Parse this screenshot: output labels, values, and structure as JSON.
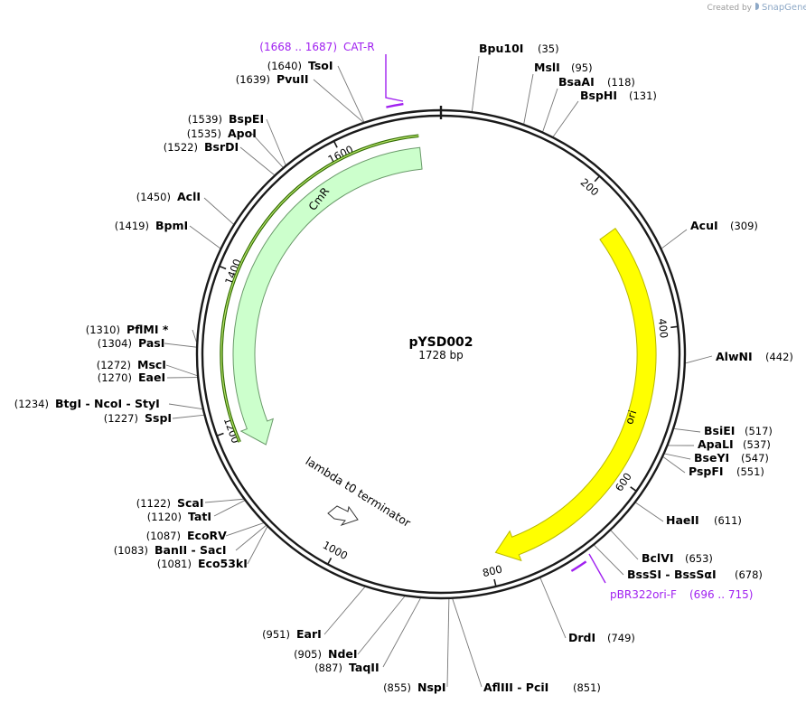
{
  "credit": {
    "prefix": "Created by",
    "brand": "SnapGene"
  },
  "plasmid": {
    "name": "pYSD002",
    "length_label": "1728 bp",
    "length": 1728
  },
  "colors": {
    "ori": "#ffff00",
    "ori_stroke": "#b8b800",
    "cmr": "#ccffcc",
    "cmr_stroke": "#6a9a6a",
    "primer": "#a020f0",
    "backbone": "#1a1a1a"
  },
  "ticks": [
    {
      "label": "200"
    },
    {
      "label": "400"
    },
    {
      "label": "600"
    },
    {
      "label": "800"
    },
    {
      "label": "1000"
    },
    {
      "label": "1200"
    },
    {
      "label": "1400"
    },
    {
      "label": "1600"
    }
  ],
  "features": [
    {
      "id": "ori",
      "label": "ori"
    },
    {
      "id": "cmr",
      "label": "CmR"
    },
    {
      "id": "terminator",
      "label": "lambda t0 terminator"
    }
  ],
  "primers": [
    {
      "id": "cat-r",
      "range": "(1668 .. 1687)",
      "name": "CAT-R"
    },
    {
      "id": "pbr322ori-f",
      "name": "pBR322ori-F",
      "range": "(696 .. 715)"
    }
  ],
  "sites": [
    {
      "id": "bpu10i",
      "name": "Bpu10I",
      "pos": "(35)"
    },
    {
      "id": "msli",
      "name": "MslI",
      "pos": "(95)"
    },
    {
      "id": "bsaai",
      "name": "BsaAI",
      "pos": "(118)"
    },
    {
      "id": "bsphi",
      "name": "BspHI",
      "pos": "(131)"
    },
    {
      "id": "acui",
      "name": "AcuI",
      "pos": "(309)"
    },
    {
      "id": "alwni",
      "name": "AlwNI",
      "pos": "(442)"
    },
    {
      "id": "bsiei",
      "name": "BsiEI",
      "pos": "(517)"
    },
    {
      "id": "apali",
      "name": "ApaLI",
      "pos": "(537)"
    },
    {
      "id": "bseyi",
      "name": "BseYI",
      "pos": "(547)"
    },
    {
      "id": "pspfi",
      "name": "PspFI",
      "pos": "(551)"
    },
    {
      "id": "haeii",
      "name": "HaeII",
      "pos": "(611)"
    },
    {
      "id": "bclvi",
      "name": "BclVI",
      "pos": "(653)"
    },
    {
      "id": "bsssi",
      "name": "BssSI  -  BssSαI",
      "pos": "(678)"
    },
    {
      "id": "drdi",
      "name": "DrdI",
      "pos": "(749)"
    },
    {
      "id": "aflIII",
      "name": "AflIII  -  PciI",
      "pos": "(851)"
    },
    {
      "id": "nspi",
      "name": "NspI",
      "pos": "(855)"
    },
    {
      "id": "taqii",
      "name": "TaqII",
      "pos": "(887)"
    },
    {
      "id": "ndei",
      "name": "NdeI",
      "pos": "(905)"
    },
    {
      "id": "eari",
      "name": "EarI",
      "pos": "(951)"
    },
    {
      "id": "eco53ki",
      "name": "Eco53kI",
      "pos": "(1081)"
    },
    {
      "id": "banii",
      "name": "BanII  -  SacI",
      "pos": "(1083)"
    },
    {
      "id": "ecorv",
      "name": "EcoRV",
      "pos": "(1087)"
    },
    {
      "id": "tati",
      "name": "TatI",
      "pos": "(1120)"
    },
    {
      "id": "scai",
      "name": "ScaI",
      "pos": "(1122)"
    },
    {
      "id": "sspi",
      "name": "SspI",
      "pos": "(1227)"
    },
    {
      "id": "btgi",
      "name": "BtgI  -  NcoI  -  StyI",
      "pos": "(1234)"
    },
    {
      "id": "eaei",
      "name": "EaeI",
      "pos": "(1270)"
    },
    {
      "id": "msci",
      "name": "MscI",
      "pos": "(1272)"
    },
    {
      "id": "pasi",
      "name": "PasI",
      "pos": "(1304)"
    },
    {
      "id": "pflmi",
      "name": "PflMI *",
      "pos": "(1310)"
    },
    {
      "id": "bpmi",
      "name": "BpmI",
      "pos": "(1419)"
    },
    {
      "id": "acli",
      "name": "AclI",
      "pos": "(1450)"
    },
    {
      "id": "bsrdi",
      "name": "BsrDI",
      "pos": "(1522)"
    },
    {
      "id": "apoi",
      "name": "ApoI",
      "pos": "(1535)"
    },
    {
      "id": "bspei",
      "name": "BspEI",
      "pos": "(1539)"
    },
    {
      "id": "pvuii",
      "name": "PvuII",
      "pos": "(1639)"
    },
    {
      "id": "tsoi",
      "name": "TsoI",
      "pos": "(1640)"
    }
  ]
}
